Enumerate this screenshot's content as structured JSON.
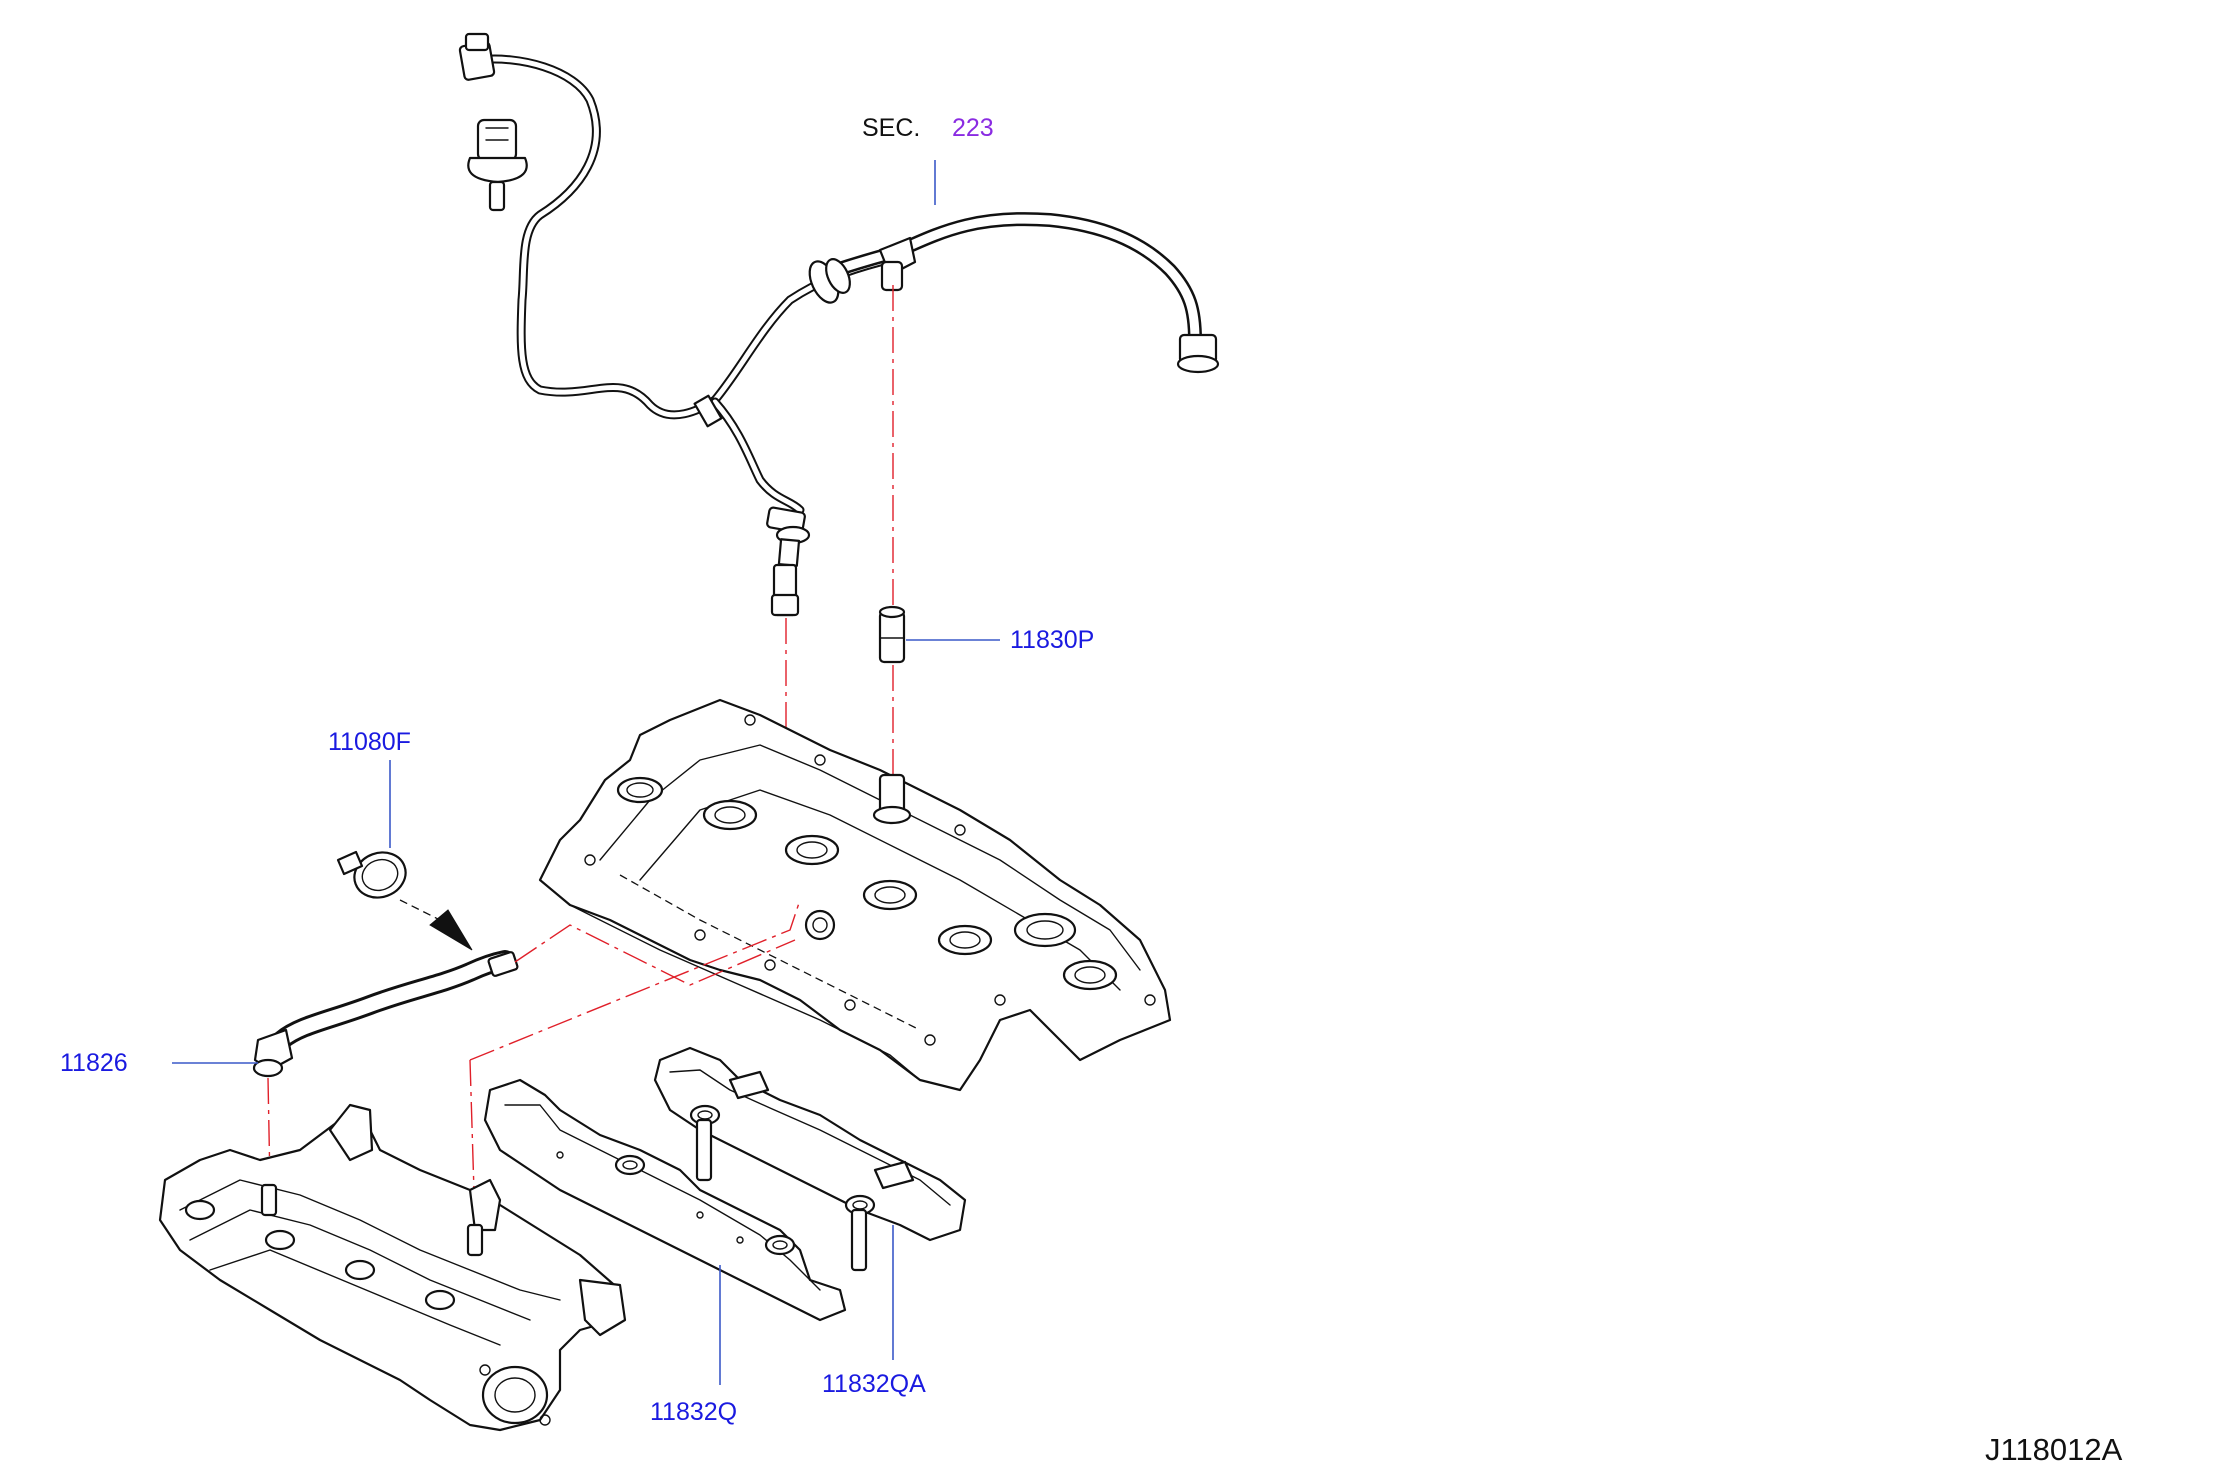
{
  "diagram_id": "J118012A",
  "section_ref": {
    "prefix": "SEC.",
    "number": "223"
  },
  "callouts": {
    "pcv_valve": "11830P",
    "hose_clamp": "11080F",
    "blow_by_hose": "11826",
    "baffle_plate": "11832Q",
    "baffle_bolt": "11832QA"
  },
  "colors": {
    "part_label": "#1a1ae0",
    "section_number": "#8a2be2",
    "phantom_line": "#e0202a",
    "leader_line": "#3a58c8",
    "line_art": "#111111"
  }
}
